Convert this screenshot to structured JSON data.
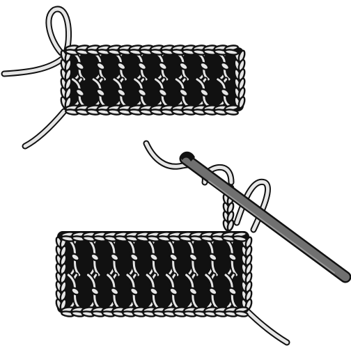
{
  "diagram": {
    "panels": [
      {
        "name": "upper-swatch",
        "rows": 2,
        "stitches_per_row": 8,
        "has_hook": false
      },
      {
        "name": "lower-swatch",
        "rows": 2,
        "stitches_per_row": 9,
        "has_hook": true
      }
    ],
    "colors": {
      "background": "#ffffff",
      "outline": "#111111",
      "yarn": "#e6e6e6",
      "hook": "#707070",
      "shadow": "#111111"
    },
    "icons": [
      "crochet-hook-icon",
      "yarn-loop-icon"
    ]
  }
}
